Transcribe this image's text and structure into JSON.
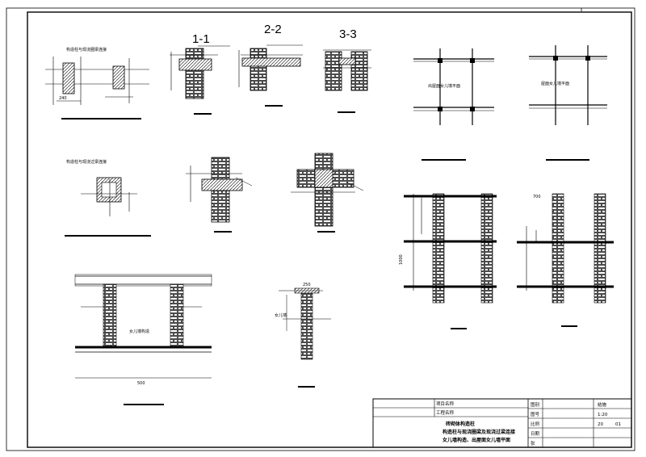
{
  "sections": {
    "s1": "1-1",
    "s2": "2-2",
    "s3": "3-3"
  },
  "captions": {
    "col_ring_beam": "构造柱与现浇圈梁连接",
    "col_lintel": "构造柱与现浇过梁连接",
    "roof_parapet": "出屋面女儿墙平面",
    "roof_parapet2": "屋面女儿墙平面",
    "parapet_elev": "女儿墙构造",
    "parapet_sec": "女儿墙"
  },
  "dims": {
    "d1": "240",
    "d2": "1000",
    "d3": "700",
    "d4": "500",
    "d5": "250"
  },
  "title_block": {
    "row1_label": "项目名称",
    "row2_label": "工程名称",
    "drawing_title_line1": "砖砌体构造柱",
    "drawing_title_line2": "构造柱与现浇圈梁及现浇过梁连接",
    "drawing_title_line3": "女儿墙构造、出屋面女儿墙平面",
    "r1": "图别",
    "r2": "图号",
    "r3": "比例",
    "r4": "日期",
    "r5": "张",
    "v1": "结施",
    "v2": "1:20",
    "v3": "20",
    "v4": "01"
  }
}
